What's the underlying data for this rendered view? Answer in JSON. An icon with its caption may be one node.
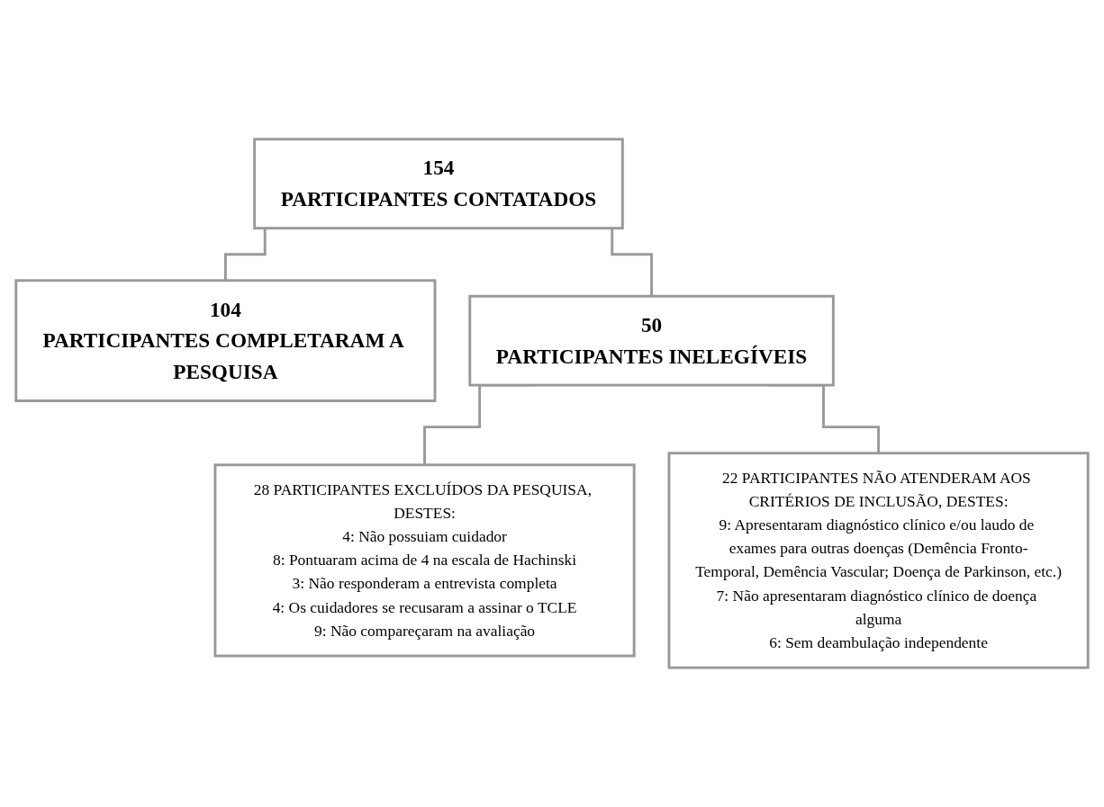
{
  "diagram": {
    "nodes": [
      {
        "text": [
          "154",
          "PARTICIPANTES CONTATADOS"
        ]
      },
      {
        "text": [
          "104",
          "PARTICIPANTES COMPLETARAM A PESQUISA"
        ]
      },
      {
        "text": [
          "50",
          "PARTICIPANTES INELEGÍVEIS"
        ]
      },
      {
        "text": [
          "28 PARTICIPANTES EXCLUÍDOS DA PESQUISA, DESTES:",
          "4: Não possuiam cuidador",
          "8: Pontuaram acima de 4 na escala de Hachinski",
          "3: Não responderam a entrevista completa",
          "4: Os cuidadores se recusaram a assinar o TCLE",
          "9: Não compareçaram na avaliação"
        ]
      },
      {
        "text": [
          "22 PARTICIPANTES NÃO ATENDERAM AOS CRITÉRIOS DE INCLUSÃO, DESTES:",
          "9: Apresentaram diagnóstico clínico e/ou laudo de exames para outras doenças (Demência Fronto-Temporal, Demência Vascular; Doença de Parkinson, etc.)",
          "7: Não apresentaram diagnóstico clínico de doença alguma",
          "6: Sem deambulação independente"
        ]
      }
    ],
    "edges": [
      {
        "from": 0,
        "to": 1,
        "arrow": "none"
      },
      {
        "from": 0,
        "to": 2,
        "arrow": "none"
      },
      {
        "from": 2,
        "to": 3,
        "arrow": "none"
      },
      {
        "from": 2,
        "to": 4,
        "arrow": "none"
      }
    ]
  }
}
